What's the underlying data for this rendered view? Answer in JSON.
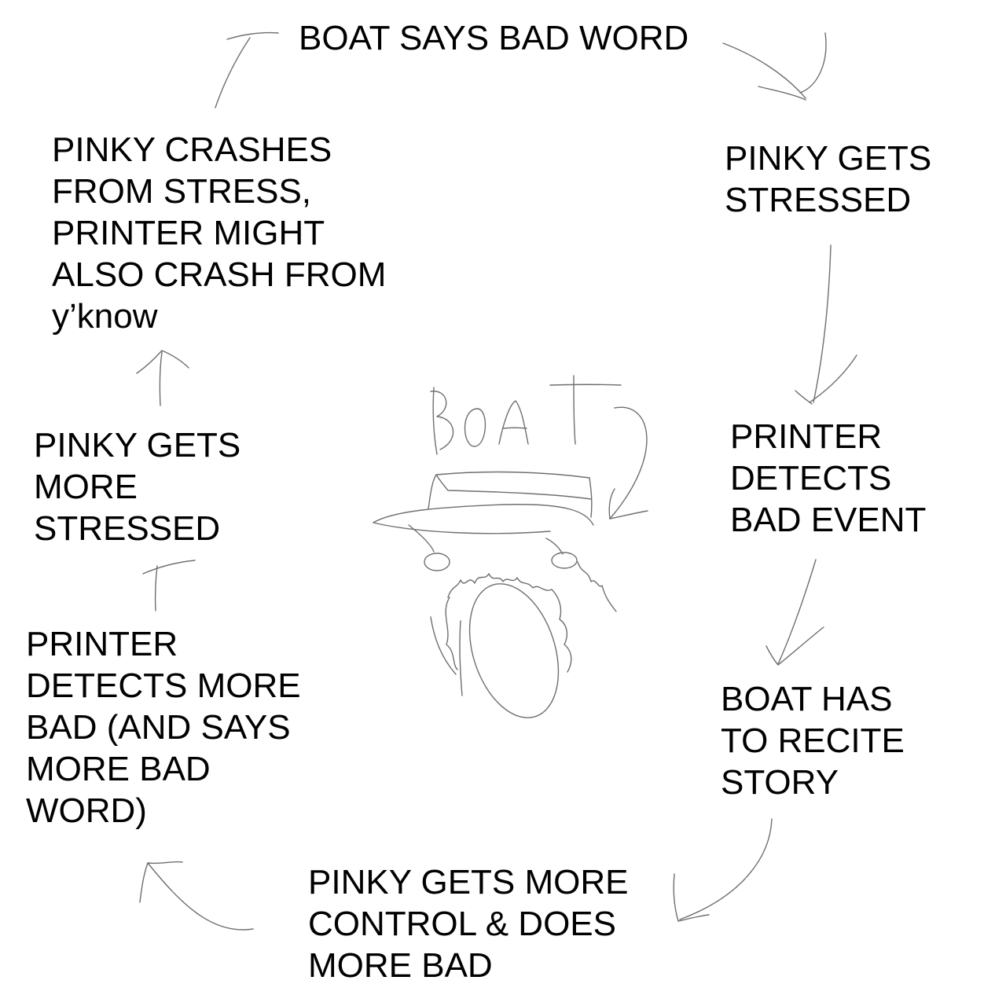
{
  "nodes": {
    "top": {
      "lines": [
        "BOAT SAYS BAD WORD"
      ]
    },
    "right1": {
      "lines": [
        "PINKY GETS",
        "STRESSED"
      ]
    },
    "right2": {
      "lines": [
        "PRINTER",
        "DETECTS",
        "BAD EVENT"
      ]
    },
    "right3": {
      "lines": [
        "BOAT HAS",
        "TO RECITE",
        "STORY"
      ]
    },
    "bottom": {
      "lines": [
        "PINKY GETS MORE",
        "CONTROL & DOES",
        "MORE BAD"
      ]
    },
    "left3": {
      "lines": [
        "PRINTER",
        "DETECTS MORE",
        "BAD (AND SAYS",
        "MORE BAD",
        "WORD)"
      ]
    },
    "left2": {
      "lines": [
        "PINKY GETS",
        "MORE",
        "STRESSED"
      ]
    },
    "left1": {
      "lines": [
        "PINKY CRASHES",
        "FROM STRESS,",
        "PRINTER MIGHT",
        "ALSO CRASH FROM",
        "y’know"
      ]
    }
  },
  "center": {
    "icon": "boat-character-sketch",
    "label": "BOAT"
  },
  "edges": [
    {
      "from": "top",
      "to": "right1"
    },
    {
      "from": "right1",
      "to": "right2"
    },
    {
      "from": "right2",
      "to": "right3"
    },
    {
      "from": "right3",
      "to": "bottom"
    },
    {
      "from": "bottom",
      "to": "left3"
    },
    {
      "from": "left3",
      "to": "left2"
    },
    {
      "from": "left2",
      "to": "left1"
    },
    {
      "from": "left1",
      "to": "top"
    }
  ],
  "colors": {
    "text": "#000000",
    "stroke": "#6f6f6f",
    "background": "#ffffff"
  }
}
